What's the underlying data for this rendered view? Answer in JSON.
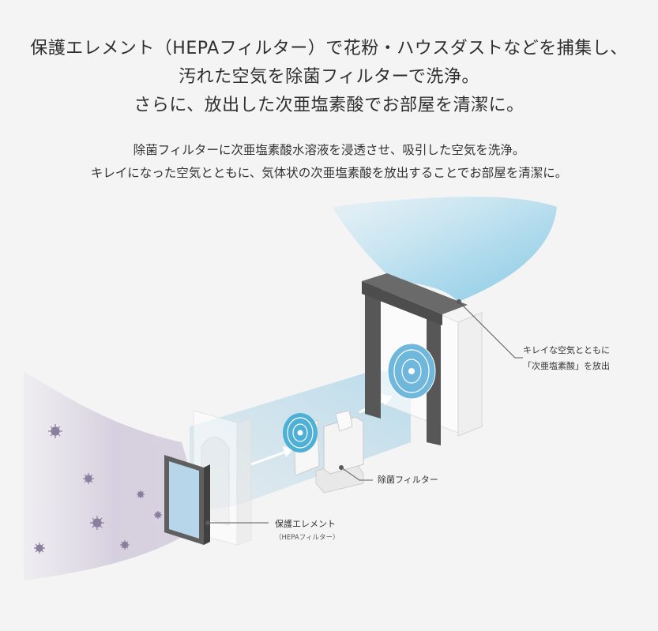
{
  "headline": {
    "line1": "保護エレメント（HEPAフィルター）で花粉・ハウスダストなどを捕集し、",
    "line2": "汚れた空気を除菌フィルターで洗浄。",
    "line3": "さらに、放出した次亜塩素酸でお部屋を清潔に。"
  },
  "description": {
    "line1": "除菌フィルターに次亜塩素酸水溶液を浸透させ、吸引した空気を洗浄。",
    "line2": "キレイになった空気とともに、気体状の次亜塩素酸を放出することでお部屋を清潔に。"
  },
  "callouts": {
    "outlet_line1": "キレイな空気とともに",
    "outlet_line2": "「次亜塩素酸」を放出",
    "sterilizing_filter": "除菌フィルター",
    "hepa_line1": "保護エレメント",
    "hepa_line2": "（HEPAフィルター）"
  },
  "colors": {
    "background": "#f4f4f4",
    "clean_air": "#9fd3ea",
    "dirty_air": "#b9b0c7",
    "particle": "#8b7f9e",
    "filter_blue": "#4fb0d6",
    "unit_dark": "#5f5f5f"
  },
  "icons": [
    "germ-particle-icon",
    "arrow-right-icon",
    "fan-icon"
  ]
}
